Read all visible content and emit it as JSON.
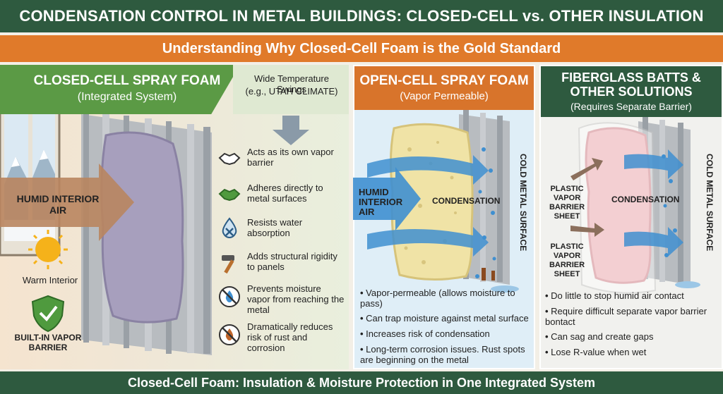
{
  "title": "CONDENSATION CONTROL IN METAL BUILDINGS: CLOSED-CELL vs. OTHER INSULATION",
  "subtitle": "Understanding Why Closed-Cell Foam is the Gold Standard",
  "footer": "Closed-Cell Foam: Insulation & Moisture Protection in One Integrated System",
  "panel1": {
    "title": "CLOSED-CELL SPRAY FOAM",
    "subtitle": "(Integrated System)",
    "climate_line1": "Wide Temperature Swings",
    "climate_line2": "(e.g., UTAH CLIMATE)",
    "arrow_label": "HUMID INTERIOR AIR",
    "warm_label": "Warm Interior",
    "barrier_label": "BUILT-IN VAPOR BARRIER",
    "features": [
      {
        "icon": "handshake-icon",
        "text": "Acts as its own vapor barrier"
      },
      {
        "icon": "handshake-green-icon",
        "text": "Adheres directly to metal surfaces"
      },
      {
        "icon": "water-drop-x-icon",
        "text": "Resists water absorption"
      },
      {
        "icon": "hammer-icon",
        "text": "Adds structural rigidity to panels"
      },
      {
        "icon": "no-drop-icon",
        "text": "Prevents moisture vapor from reaching the metal"
      },
      {
        "icon": "no-rust-icon",
        "text": "Dramatically reduces risk of rust and corrosion"
      }
    ]
  },
  "panel2": {
    "title": "OPEN-CELL SPRAY FOAM",
    "subtitle": "(Vapor Permeable)",
    "arrow_label": "HUMID INTERIOR AIR",
    "condensation_label": "CONDENSATION",
    "metal_label": "COLD METAL SURFACE",
    "bullets": [
      "Vapor-permeable (allows moisture to pass)",
      "Can trap moisture against metal surface",
      "Increases risk of condensation",
      "Long-term corrosion issues. Rust spots are beginning on the metal"
    ]
  },
  "panel3": {
    "title_line1": "FIBERGLASS BATTS &",
    "title_line2": "OTHER SOLUTIONS",
    "subtitle": "(Requires Separate Barrier)",
    "sheet_label": "PLASTIC VAPOR BARRIER SHEET",
    "condensation_label": "CONDENSATION",
    "metal_label": "COLD METAL SURFACE",
    "bullets": [
      "Do little to stop humid air contact",
      "Require difficult separate vapor barrier bontact",
      "Can sag and create gaps",
      "Lose R-value when wet"
    ]
  },
  "colors": {
    "green_dark": "#2e5a3f",
    "orange": "#e07a2a",
    "green_header": "#5b9a45",
    "arrow_blue": "#3f8fd0",
    "arrow_brown": "#b9855f"
  }
}
